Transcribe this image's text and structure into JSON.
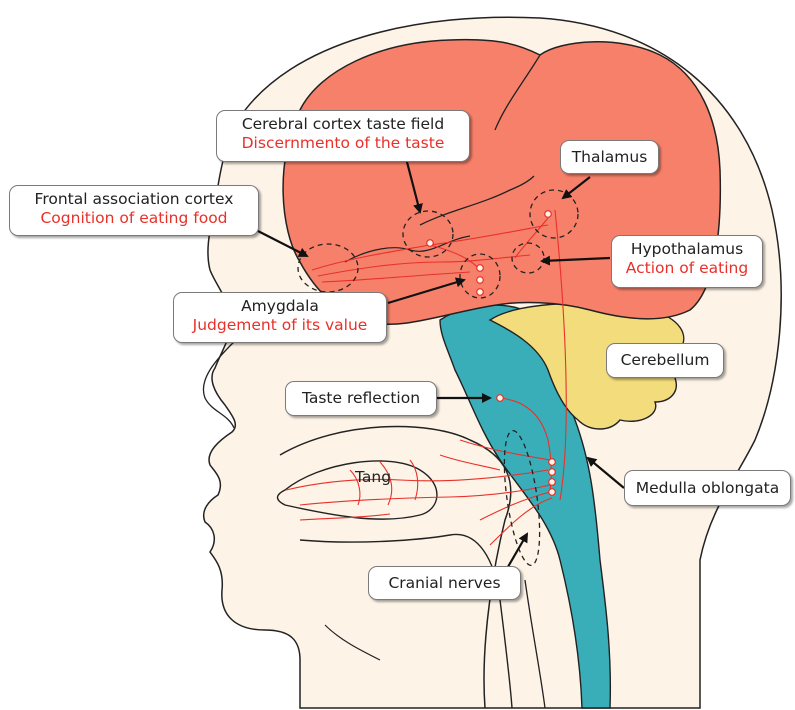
{
  "labels": {
    "cortex_taste": {
      "name": "Cerebral cortex taste field",
      "function": "Discernmento of the taste"
    },
    "frontal": {
      "name": "Frontal association cortex",
      "function": "Cognition of eating food"
    },
    "thalamus": {
      "name": "Thalamus"
    },
    "hypothalamus": {
      "name": "Hypothalamus",
      "function": "Action of eating"
    },
    "amygdala": {
      "name": "Amygdala",
      "function": "Judgement of its value"
    },
    "cerebellum": {
      "name": "Cerebellum"
    },
    "taste_reflection": {
      "name": "Taste reflection"
    },
    "medulla": {
      "name": "Medulla oblongata"
    },
    "tang": {
      "name": "Tang"
    },
    "cranial": {
      "name": "Cranial nerves"
    }
  },
  "colors": {
    "skin": "#fdf3e6",
    "cerebrum": "#f7806a",
    "cerebellum": "#f3dc7c",
    "brainstem": "#3aaeb8",
    "nerve": "#e8312a",
    "function_text": "#e8312a",
    "outline": "#222222"
  }
}
